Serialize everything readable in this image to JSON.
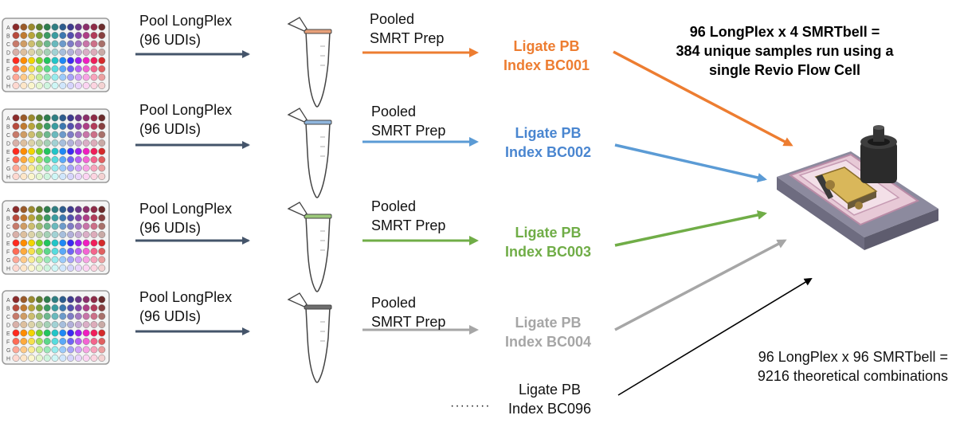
{
  "rows": [
    {
      "pool_line1": "Pool LongPlex",
      "pool_line2": "(96 UDIs)",
      "prep_line1": "Pooled",
      "prep_line2": "SMRT Prep",
      "ligate_line1": "Ligate PB",
      "ligate_line2": "Index BC001",
      "color": "#ED7D31"
    },
    {
      "pool_line1": "Pool LongPlex",
      "pool_line2": "(96 UDIs)",
      "prep_line1": "Pooled",
      "prep_line2": "SMRT Prep",
      "ligate_line1": "Ligate PB",
      "ligate_line2": "Index BC002",
      "color": "#4A86D0"
    },
    {
      "pool_line1": "Pool LongPlex",
      "pool_line2": "(96 UDIs)",
      "prep_line1": "Pooled",
      "prep_line2": "SMRT Prep",
      "ligate_line1": "Ligate PB",
      "ligate_line2": "Index BC003",
      "color": "#70AD47"
    },
    {
      "pool_line1": "Pool LongPlex",
      "pool_line2": "(96 UDIs)",
      "prep_line1": "Pooled",
      "prep_line2": "SMRT Prep",
      "ligate_line1": "Ligate PB",
      "ligate_line2": "Index BC004",
      "color": "#A6A6A6"
    }
  ],
  "extra_ligate": {
    "line1": "Ligate PB",
    "line2": "Index BC096",
    "dots": "········"
  },
  "summary": {
    "line1": "96 LongPlex x 4 SMRTbell =",
    "line2": "384 unique samples run using a",
    "line3": "single Revio Flow Cell"
  },
  "theoretical": {
    "line1": "96 LongPlex x 96 SMRTbell =",
    "line2": "9216 theoretical combinations"
  },
  "plate_row_labels": [
    "A",
    "B",
    "C",
    "D",
    "E",
    "F",
    "G",
    "H"
  ],
  "colors": {
    "pool_arrow": "#44546A",
    "black_arrow": "#000000",
    "flowcell_base": "#8C8A9E"
  }
}
